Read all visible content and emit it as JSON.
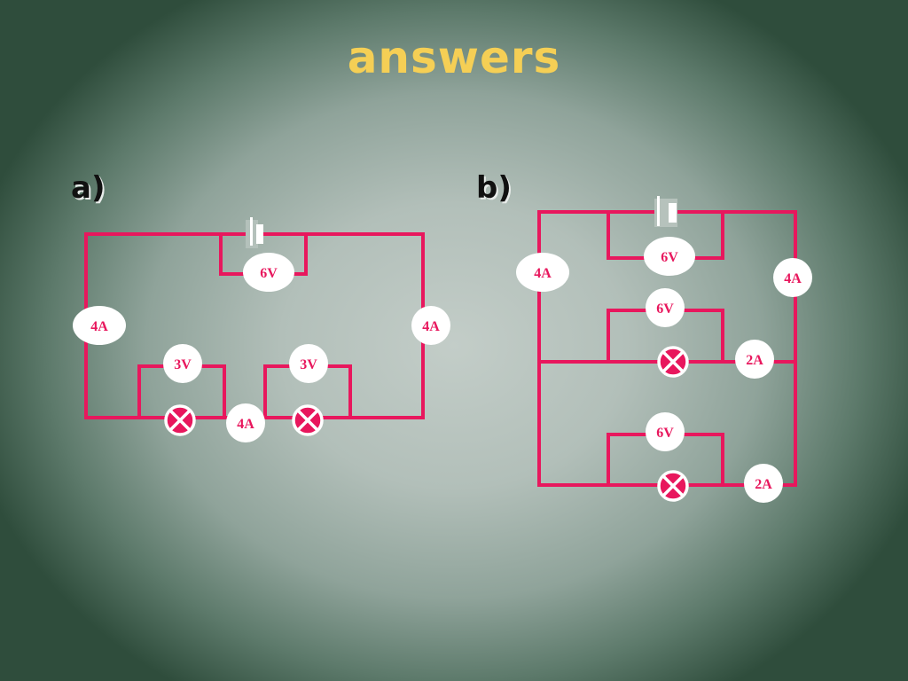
{
  "title": "answers",
  "circuit_a": {
    "label": "a)",
    "cell_voltage": "6V",
    "left_current": "4A",
    "right_current": "4A",
    "bottom_current": "4A",
    "lamp1_voltage": "3V",
    "lamp2_voltage": "3V"
  },
  "circuit_b": {
    "label": "b)",
    "cell_voltage": "6V",
    "left_current": "4A",
    "right_current": "4A",
    "branch1_voltage": "6V",
    "branch1_current": "2A",
    "branch2_voltage": "6V",
    "branch2_current": "2A"
  },
  "colors": {
    "wire": "#e8175d",
    "title": "#f5cf55",
    "badge": "#ffffff"
  },
  "icons": {
    "cell": "battery-cell-icon",
    "lamp": "lamp-icon"
  }
}
